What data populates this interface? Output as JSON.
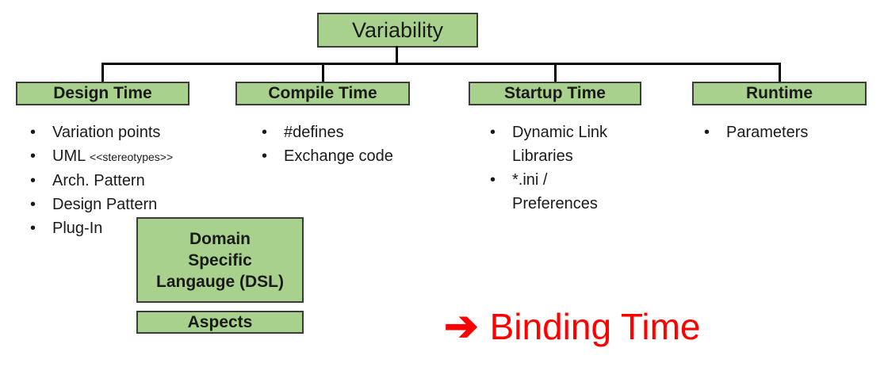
{
  "root_label": "Variability",
  "columns": [
    {
      "header": "Design Time",
      "items": [
        {
          "text": "Variation points"
        },
        {
          "text": "UML",
          "small": "<<stereotypes>>"
        },
        {
          "text": "Arch. Pattern"
        },
        {
          "text": "Design Pattern"
        },
        {
          "text": "Plug-In"
        }
      ]
    },
    {
      "header": "Compile Time",
      "items": [
        {
          "text": "#defines"
        },
        {
          "text": "Exchange code"
        }
      ]
    },
    {
      "header": "Startup Time",
      "items": [
        {
          "text": "Dynamic Link Libraries"
        },
        {
          "text": "*.ini / Preferences"
        }
      ]
    },
    {
      "header": "Runtime",
      "items": [
        {
          "text": "Parameters"
        }
      ]
    }
  ],
  "dsl_box": {
    "lines": [
      "Domain",
      "Specific",
      "Langauge (DSL)"
    ]
  },
  "aspects_box": {
    "label": "Aspects"
  },
  "annotation": {
    "arrow": "➔",
    "label": "Binding Time",
    "color": "#ff0000"
  },
  "colors": {
    "box_fill": "#a9d18e",
    "box_border": "#3b3b3b",
    "connector_line": "#000000"
  }
}
